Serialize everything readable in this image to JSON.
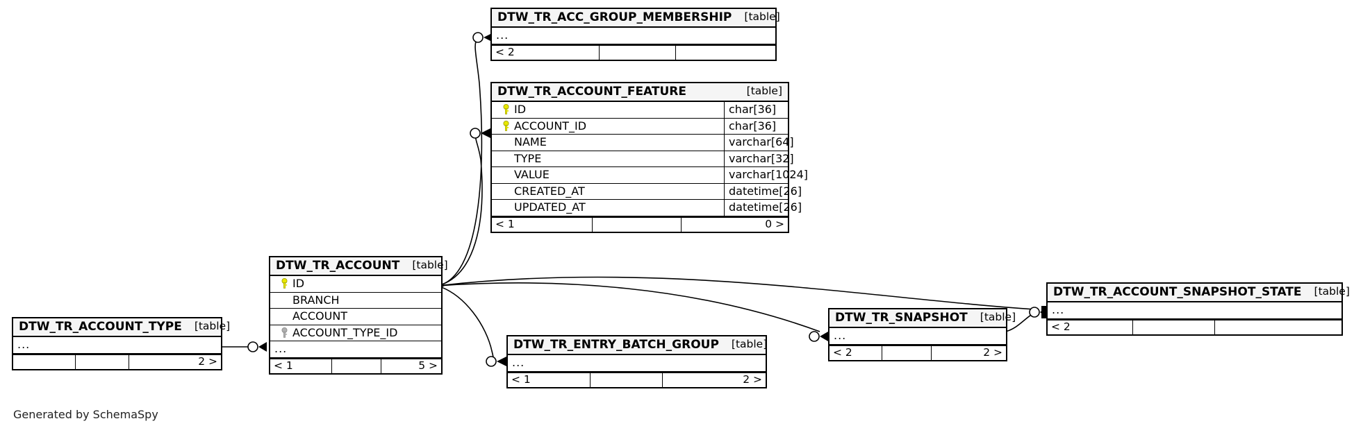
{
  "diagram": {
    "caption": "Generated by SchemaSpy",
    "table_tag": "[table]",
    "ellipsis": "...",
    "colors": {
      "primary_key": "#e8e800",
      "foreign_key": "#b0b0b0",
      "header_bg": "#f5f5f5",
      "border": "#000000",
      "background": "#ffffff"
    }
  },
  "tables": {
    "acc_group_membership": {
      "name": "DTW_TR_ACC_GROUP_MEMBERSHIP",
      "tag": "[table]",
      "ellipsis": "...",
      "footer": {
        "left": "< 2",
        "mid": "",
        "right": ""
      }
    },
    "account_feature": {
      "name": "DTW_TR_ACCOUNT_FEATURE",
      "tag": "[table]",
      "columns": [
        {
          "key": "primary",
          "name": "ID",
          "type": "char[36]"
        },
        {
          "key": "primary",
          "name": "ACCOUNT_ID",
          "type": "char[36]"
        },
        {
          "key": "none",
          "name": "NAME",
          "type": "varchar[64]"
        },
        {
          "key": "none",
          "name": "TYPE",
          "type": "varchar[32]"
        },
        {
          "key": "none",
          "name": "VALUE",
          "type": "varchar[1024]"
        },
        {
          "key": "none",
          "name": "CREATED_AT",
          "type": "datetime[26]"
        },
        {
          "key": "none",
          "name": "UPDATED_AT",
          "type": "datetime[26]"
        }
      ],
      "footer": {
        "left": "< 1",
        "mid": "",
        "right": "0 >"
      }
    },
    "account": {
      "name": "DTW_TR_ACCOUNT",
      "tag": "[table]",
      "columns": [
        {
          "key": "primary",
          "name": "ID"
        },
        {
          "key": "none",
          "name": "BRANCH"
        },
        {
          "key": "none",
          "name": "ACCOUNT"
        },
        {
          "key": "foreign",
          "name": "ACCOUNT_TYPE_ID"
        }
      ],
      "ellipsis": "...",
      "footer": {
        "left": "< 1",
        "mid": "",
        "right": "5 >"
      }
    },
    "account_type": {
      "name": "DTW_TR_ACCOUNT_TYPE",
      "tag": "[table]",
      "ellipsis": "...",
      "footer": {
        "left": "",
        "mid": "",
        "right": "2 >"
      }
    },
    "entry_batch_group": {
      "name": "DTW_TR_ENTRY_BATCH_GROUP",
      "tag": "[table]",
      "ellipsis": "...",
      "footer": {
        "left": "< 1",
        "mid": "",
        "right": "2 >"
      }
    },
    "snapshot": {
      "name": "DTW_TR_SNAPSHOT",
      "tag": "[table]",
      "ellipsis": "...",
      "footer": {
        "left": "< 2",
        "mid": "",
        "right": "2 >"
      }
    },
    "account_snapshot_state": {
      "name": "DTW_TR_ACCOUNT_SNAPSHOT_STATE",
      "tag": "[table]",
      "ellipsis": "...",
      "footer": {
        "left": "< 2",
        "mid": "",
        "right": ""
      }
    }
  }
}
